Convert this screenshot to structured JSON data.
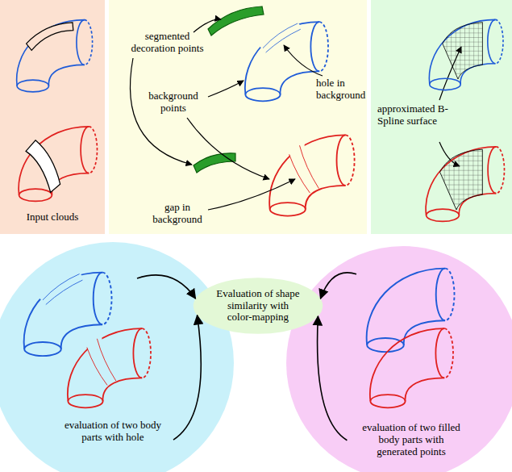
{
  "diagram": {
    "nodes": [
      {
        "text": [
          "Input clouds"
        ]
      },
      {
        "text": [
          "segmented decoration points",
          "hole in background",
          "background points",
          "gap in background"
        ]
      },
      {
        "text": [
          "approximated B-Spline surface"
        ]
      },
      {
        "text": [
          "evaluation of two body parts with hole"
        ]
      },
      {
        "text": [
          "Evaluation of shape similarity with color-mapping"
        ]
      },
      {
        "text": [
          "evaluation of two filled body parts with generated points"
        ]
      }
    ],
    "edges": [
      {
        "from": 3,
        "to": 4,
        "arrow": "to"
      },
      {
        "from": 3,
        "to": 4,
        "arrow": "to"
      },
      {
        "from": 5,
        "to": 4,
        "arrow": "to"
      },
      {
        "from": 5,
        "to": 4,
        "arrow": "to"
      }
    ]
  }
}
